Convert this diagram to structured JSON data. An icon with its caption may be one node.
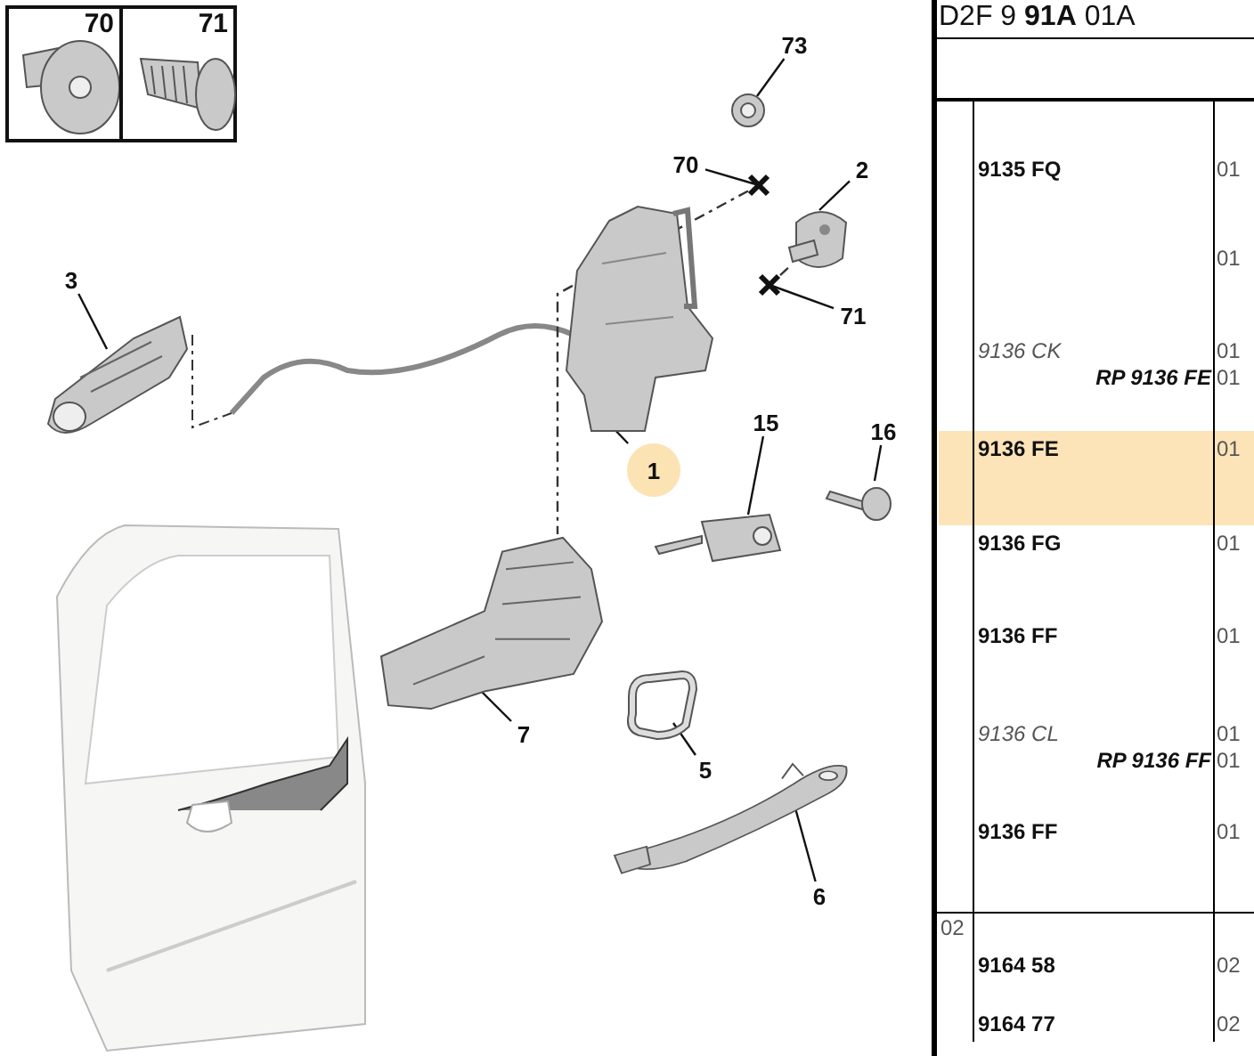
{
  "diagram": {
    "nodes": [
      {
        "text": [
          "70"
        ]
      },
      {
        "text": [
          "71"
        ]
      },
      {
        "text": [
          "73"
        ]
      },
      {
        "text": [],
        "shape": "picture"
      },
      {
        "text": [
          "70"
        ]
      },
      {
        "text": [],
        "shape": "picture"
      },
      {
        "text": [
          "2"
        ]
      },
      {
        "text": [],
        "shape": "picture"
      },
      {
        "text": [
          "3"
        ]
      },
      {
        "text": [],
        "shape": "picture"
      },
      {
        "text": [
          "71"
        ]
      },
      {
        "text": [],
        "shape": "picture"
      },
      {
        "text": [
          "1"
        ]
      },
      {
        "text": [],
        "shape": "picture"
      },
      {
        "text": [
          "15"
        ]
      },
      {
        "text": [],
        "shape": "picture"
      },
      {
        "text": [
          "16"
        ]
      },
      {
        "text": [],
        "shape": "picture"
      },
      {
        "text": [
          "7"
        ]
      },
      {
        "text": [],
        "shape": "picture"
      },
      {
        "text": [
          "5"
        ]
      },
      {
        "text": [],
        "shape": "picture"
      },
      {
        "text": [
          "6"
        ]
      },
      {
        "text": [],
        "shape": "picture"
      }
    ],
    "edges": [
      {
        "from": 2,
        "to": 3,
        "arrow": "none"
      },
      {
        "from": 4,
        "to": 5,
        "arrow": "none"
      },
      {
        "from": 6,
        "to": 7,
        "arrow": "none"
      },
      {
        "from": 8,
        "to": 9,
        "arrow": "none"
      },
      {
        "from": 10,
        "to": 11,
        "arrow": "none"
      },
      {
        "from": 12,
        "to": 13,
        "arrow": "none"
      },
      {
        "from": 14,
        "to": 15,
        "arrow": "none"
      },
      {
        "from": 16,
        "to": 17,
        "arrow": "none"
      },
      {
        "from": 18,
        "to": 19,
        "arrow": "none"
      },
      {
        "from": 20,
        "to": 21,
        "arrow": "none"
      },
      {
        "from": 22,
        "to": 23,
        "arrow": "none"
      },
      {
        "from": 5,
        "to": 19,
        "arrow": "none",
        "style": "dashed"
      },
      {
        "from": 11,
        "to": 7,
        "arrow": "none",
        "style": "dashed"
      }
    ],
    "labels": [
      "D2F 9 **91A** 01A",
      "9135 FQ",
      "01",
      "01",
      "9136 CK",
      "01",
      "RP 9136 FE",
      "01",
      "9136 FE",
      "01",
      "9136 FG",
      "01",
      "9136 FF",
      "01",
      "9136 CL",
      "01",
      "RP 9136 FF",
      "01",
      "9136 FF",
      "01",
      "02",
      "9164 58",
      "02",
      "9164 77",
      "02"
    ]
  }
}
